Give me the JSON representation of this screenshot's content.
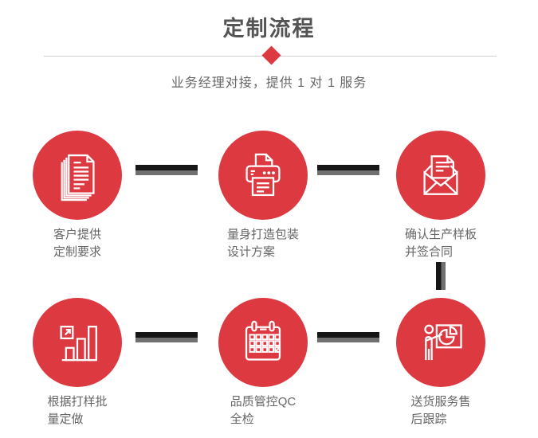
{
  "header": {
    "title": "定制流程",
    "subtitle": "业务经理对接，提供 1 对 1 服务"
  },
  "colors": {
    "accent_red": "#dc3940",
    "title_gray": "#545454",
    "label_gray": "#666666",
    "divider_gray": "#cfcfcf",
    "connector_dark": "#161616",
    "connector_shadow": "#707070"
  },
  "steps": [
    {
      "icon": "documents-icon",
      "line1": "客户提供",
      "line2": "定制要求"
    },
    {
      "icon": "printer-icon",
      "line1": "量身打造包装",
      "line2": "设计方案"
    },
    {
      "icon": "envelope-icon",
      "line1": "确认生产样板",
      "line2": "并签合同"
    },
    {
      "icon": "bar-chart-icon",
      "line1": "根据打样批",
      "line2": "量定做"
    },
    {
      "icon": "calendar-icon",
      "line1": "品质管控QC",
      "line2": "全检"
    },
    {
      "icon": "presentation-icon",
      "line1": "送货服务售",
      "line2": "后跟踪"
    }
  ]
}
